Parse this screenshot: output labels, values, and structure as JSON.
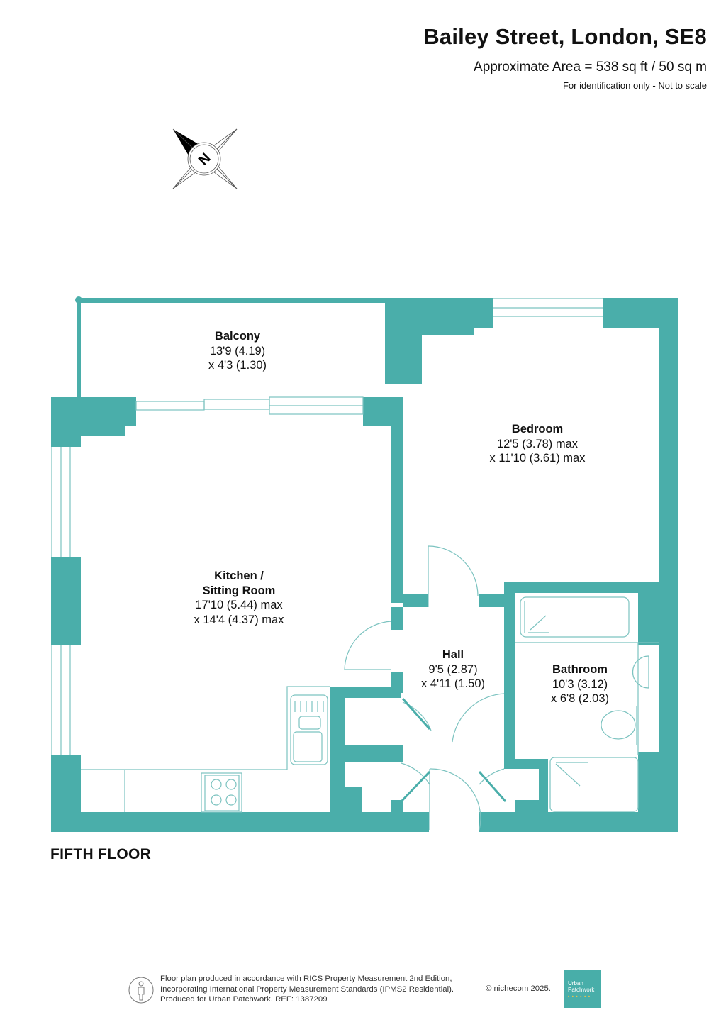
{
  "header": {
    "title": "Bailey Street, London, SE8",
    "area": "Approximate Area = 538 sq ft / 50 sq m",
    "note": "For identification only - Not to scale"
  },
  "compass": {
    "icon": "north-compass-icon",
    "letter": "N"
  },
  "colors": {
    "wall": "#4aaeaa",
    "line": "#7cc3c0",
    "text": "#111111",
    "background": "#ffffff"
  },
  "rooms": {
    "balcony": {
      "name": "Balcony",
      "dim1": "13'9 (4.19)",
      "dim2": "x 4'3 (1.30)"
    },
    "bedroom": {
      "name": "Bedroom",
      "dim1": "12'5 (3.78) max",
      "dim2": "x 11'10 (3.61) max"
    },
    "kitchen": {
      "name1": "Kitchen /",
      "name2": "Sitting Room",
      "dim1": "17'10 (5.44) max",
      "dim2": "x 14'4 (4.37) max"
    },
    "hall": {
      "name": "Hall",
      "dim1": "9'5 (2.87)",
      "dim2": "x 4'11 (1.50)"
    },
    "bathroom": {
      "name": "Bathroom",
      "dim1": "10'3 (3.12)",
      "dim2": "x 6'8 (2.03)"
    }
  },
  "floor_label": "FIFTH FLOOR",
  "footer": {
    "line1": "Floor plan produced in accordance with RICS Property Measurement 2nd Edition,",
    "line2": "Incorporating International Property Measurement Standards (IPMS2 Residential).",
    "line3": "Produced for Urban Patchwork.   REF:  1387209",
    "copyright": "© nichecom 2025.",
    "logo_line1": "Urban",
    "logo_line2": "Patchwork",
    "logo_dots": "• • • • • •"
  }
}
